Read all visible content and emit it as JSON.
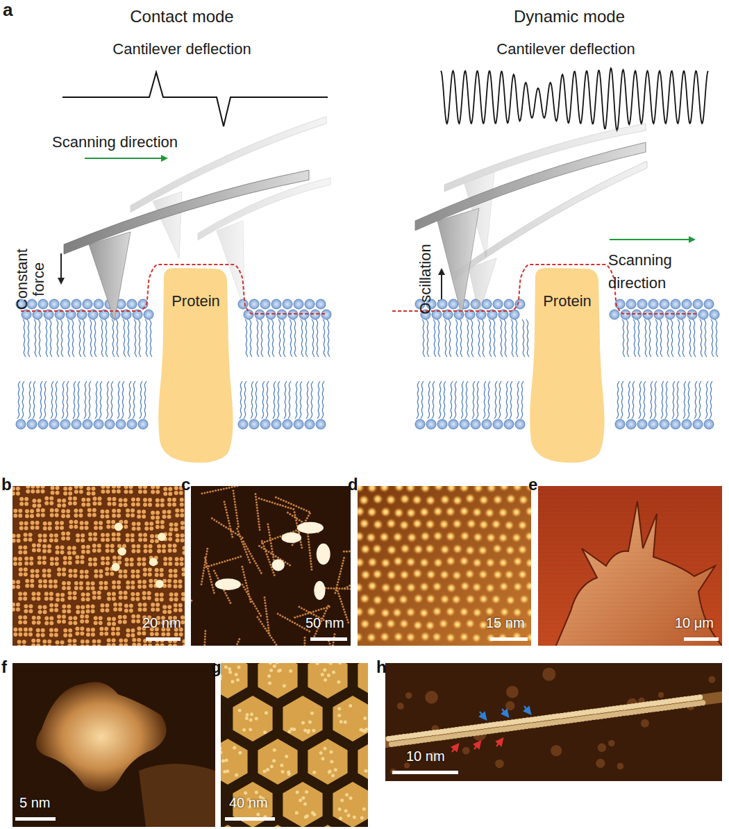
{
  "diagram": {
    "nodes": [
      {
        "text": [
          "Protein"
        ]
      },
      {
        "text": [
          "Protein"
        ]
      },
      {
        "text": [
          "b",
          "20 nm"
        ]
      },
      {
        "text": [
          "c",
          "50 nm"
        ]
      },
      {
        "text": [
          "d",
          "15 nm"
        ]
      },
      {
        "text": [
          "e",
          "10 μm"
        ]
      },
      {
        "text": [
          "f",
          "5 nm"
        ]
      },
      {
        "text": [
          "g",
          "40 nm"
        ]
      },
      {
        "text": [
          "h",
          "10 nm"
        ]
      }
    ],
    "labels": [
      "a",
      "Contact mode",
      "Cantilever deflection",
      "Scanning direction",
      "Constant force",
      "Dynamic mode",
      "Cantilever deflection",
      "Oscillation",
      "Scanning direction"
    ]
  }
}
